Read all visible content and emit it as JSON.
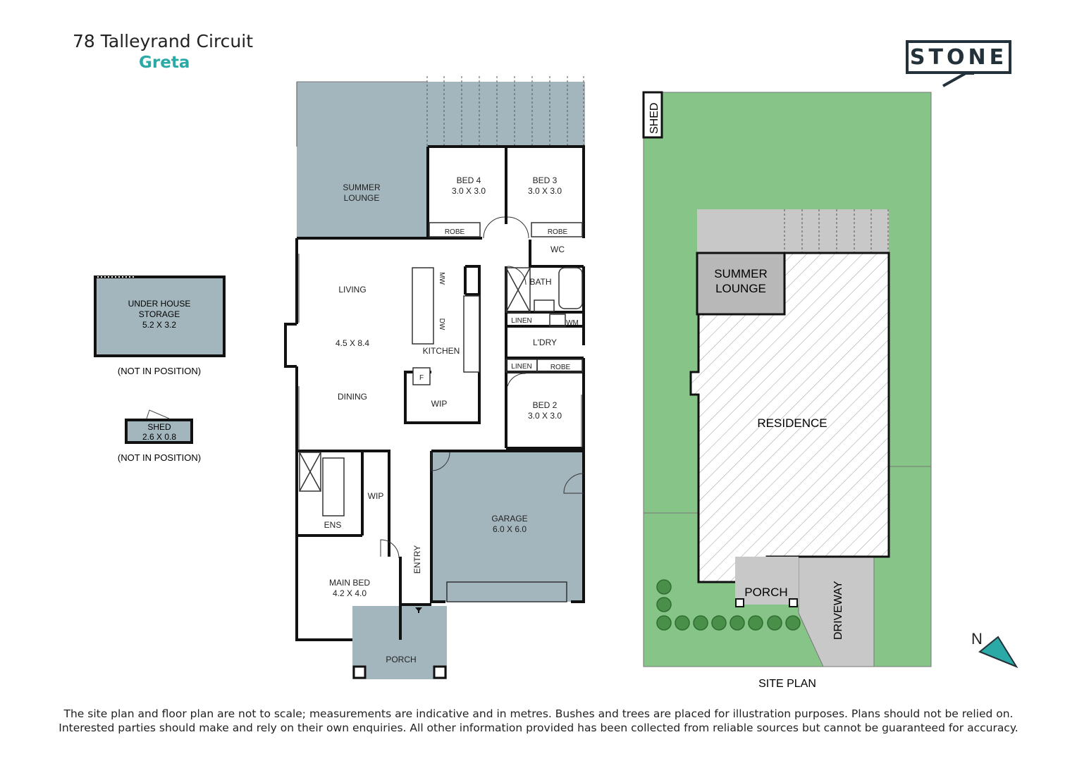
{
  "header": {
    "address": "78 Talleyrand Circuit",
    "suburb": "Greta",
    "brand": "STONE"
  },
  "colors": {
    "accent": "#2aa9a6",
    "brand": "#23323a",
    "covered_area": "#a3b6bd",
    "lawn": "#86c488",
    "driveway": "#c8c8c8",
    "wall": "#111111"
  },
  "floor_plan": {
    "rooms": {
      "summer_lounge": [
        "SUMMER",
        "LOUNGE"
      ],
      "bed4": [
        "BED 4",
        "3.0 X 3.0"
      ],
      "bed3": [
        "BED 3",
        "3.0 X 3.0"
      ],
      "robe_bed4": "ROBE",
      "robe_bed3": "ROBE",
      "wc": "WC",
      "bath": "BATH",
      "linen_bath": "LINEN",
      "wm": "WM",
      "ldry": "L'DRY",
      "linen_ldry": "LINEN",
      "robe_bed2": "ROBE",
      "bed2": [
        "BED 2",
        "3.0 X 3.0"
      ],
      "living": "LIVING",
      "living_dims": "4.5 X 8.4",
      "dining": "DINING",
      "kitchen": "KITCHEN",
      "mw": "MW",
      "dw": "DW",
      "fridge": "F",
      "wip_kitchen": "WIP",
      "ens": "ENS",
      "wip_bed": "WIP",
      "main_bed": [
        "MAIN BED",
        "4.2 X 4.0"
      ],
      "entry": "ENTRY",
      "garage": [
        "GARAGE",
        "6.0 X 6.0"
      ],
      "porch": "PORCH"
    }
  },
  "outbuildings": {
    "storage": [
      "UNDER HOUSE",
      "STORAGE",
      "5.2 X 3.2"
    ],
    "storage_note": "(NOT IN POSITION)",
    "shed": [
      "SHED",
      "2.6 X 0.8"
    ],
    "shed_note": "(NOT IN POSITION)"
  },
  "site_plan": {
    "title": "SITE PLAN",
    "shed": "SHED",
    "summer_lounge": [
      "SUMMER",
      "LOUNGE"
    ],
    "residence": "RESIDENCE",
    "porch": "PORCH",
    "driveway": "DRIVEWAY",
    "north": "N"
  },
  "footer": {
    "line1": "The site plan and floor plan are not to scale; measurements are indicative and in metres. Bushes and trees are placed for illustration purposes. Plans should not be relied on.",
    "line2": "Interested parties should make and rely on their own enquiries. All other information provided has been collected from reliable sources but cannot be guaranteed for accuracy."
  }
}
